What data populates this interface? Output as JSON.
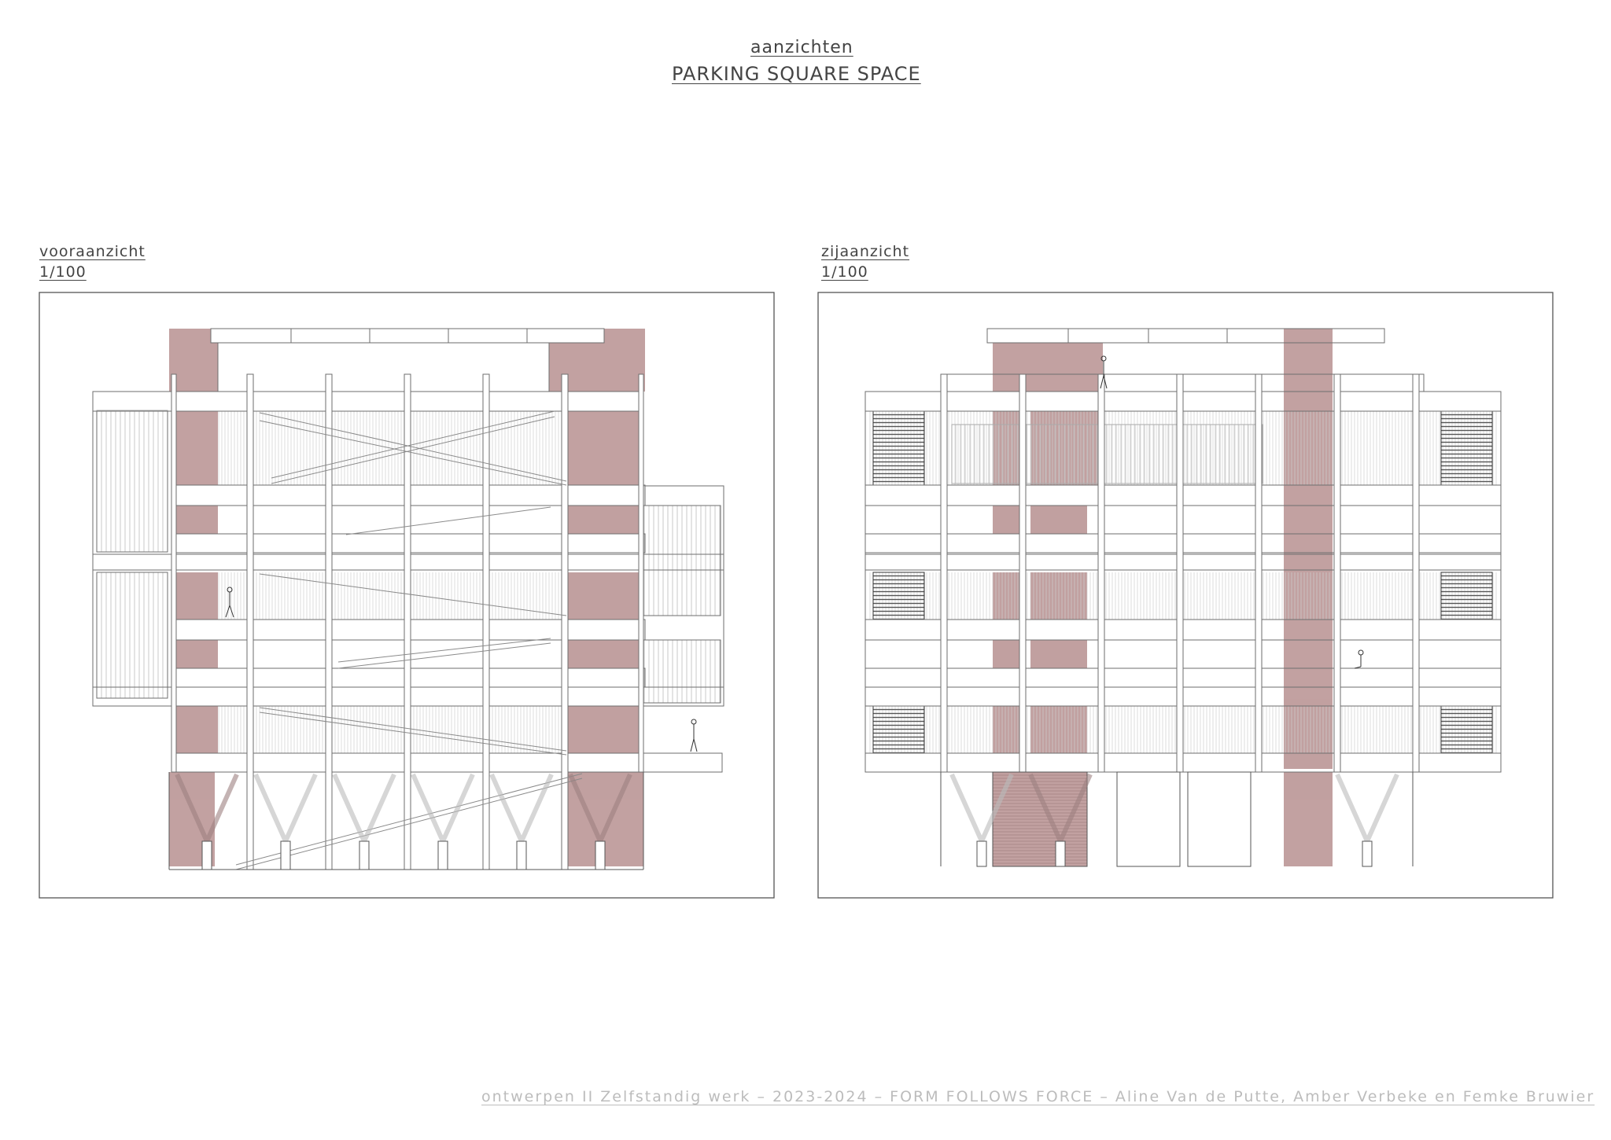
{
  "sheet": {
    "title": "aanzichten",
    "subtitle": "PARKING SQUARE SPACE",
    "footer": "ontwerpen II Zelfstandig werk – 2023-2024 – FORM FOLLOWS FORCE – Aline Van de Putte, Amber Verbeke en Femke Bruwier"
  },
  "views": [
    {
      "name": "vooraanzicht",
      "scale": "1/100"
    },
    {
      "name": "zijaanzicht",
      "scale": "1/100"
    }
  ],
  "colors": {
    "line": "#6e6e6e",
    "accent": "#b79090",
    "accent_light": "#d8c0c0",
    "frame": "#555555"
  }
}
